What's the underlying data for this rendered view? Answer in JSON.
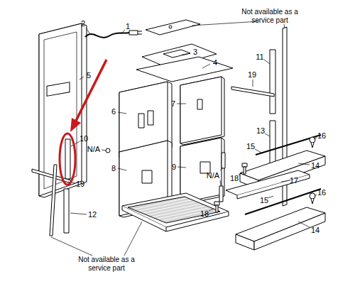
{
  "diagram": {
    "labels": [
      "Not available as a service part",
      "2",
      "1",
      "3",
      "11",
      "4",
      "19",
      "5",
      "7",
      "6",
      "13",
      "16",
      "10",
      "15",
      "N/A",
      "14",
      "9",
      "8",
      "N/A",
      "18",
      "17",
      "19",
      "16",
      "15",
      "18",
      "12",
      "14",
      "Not available as a service part"
    ]
  }
}
